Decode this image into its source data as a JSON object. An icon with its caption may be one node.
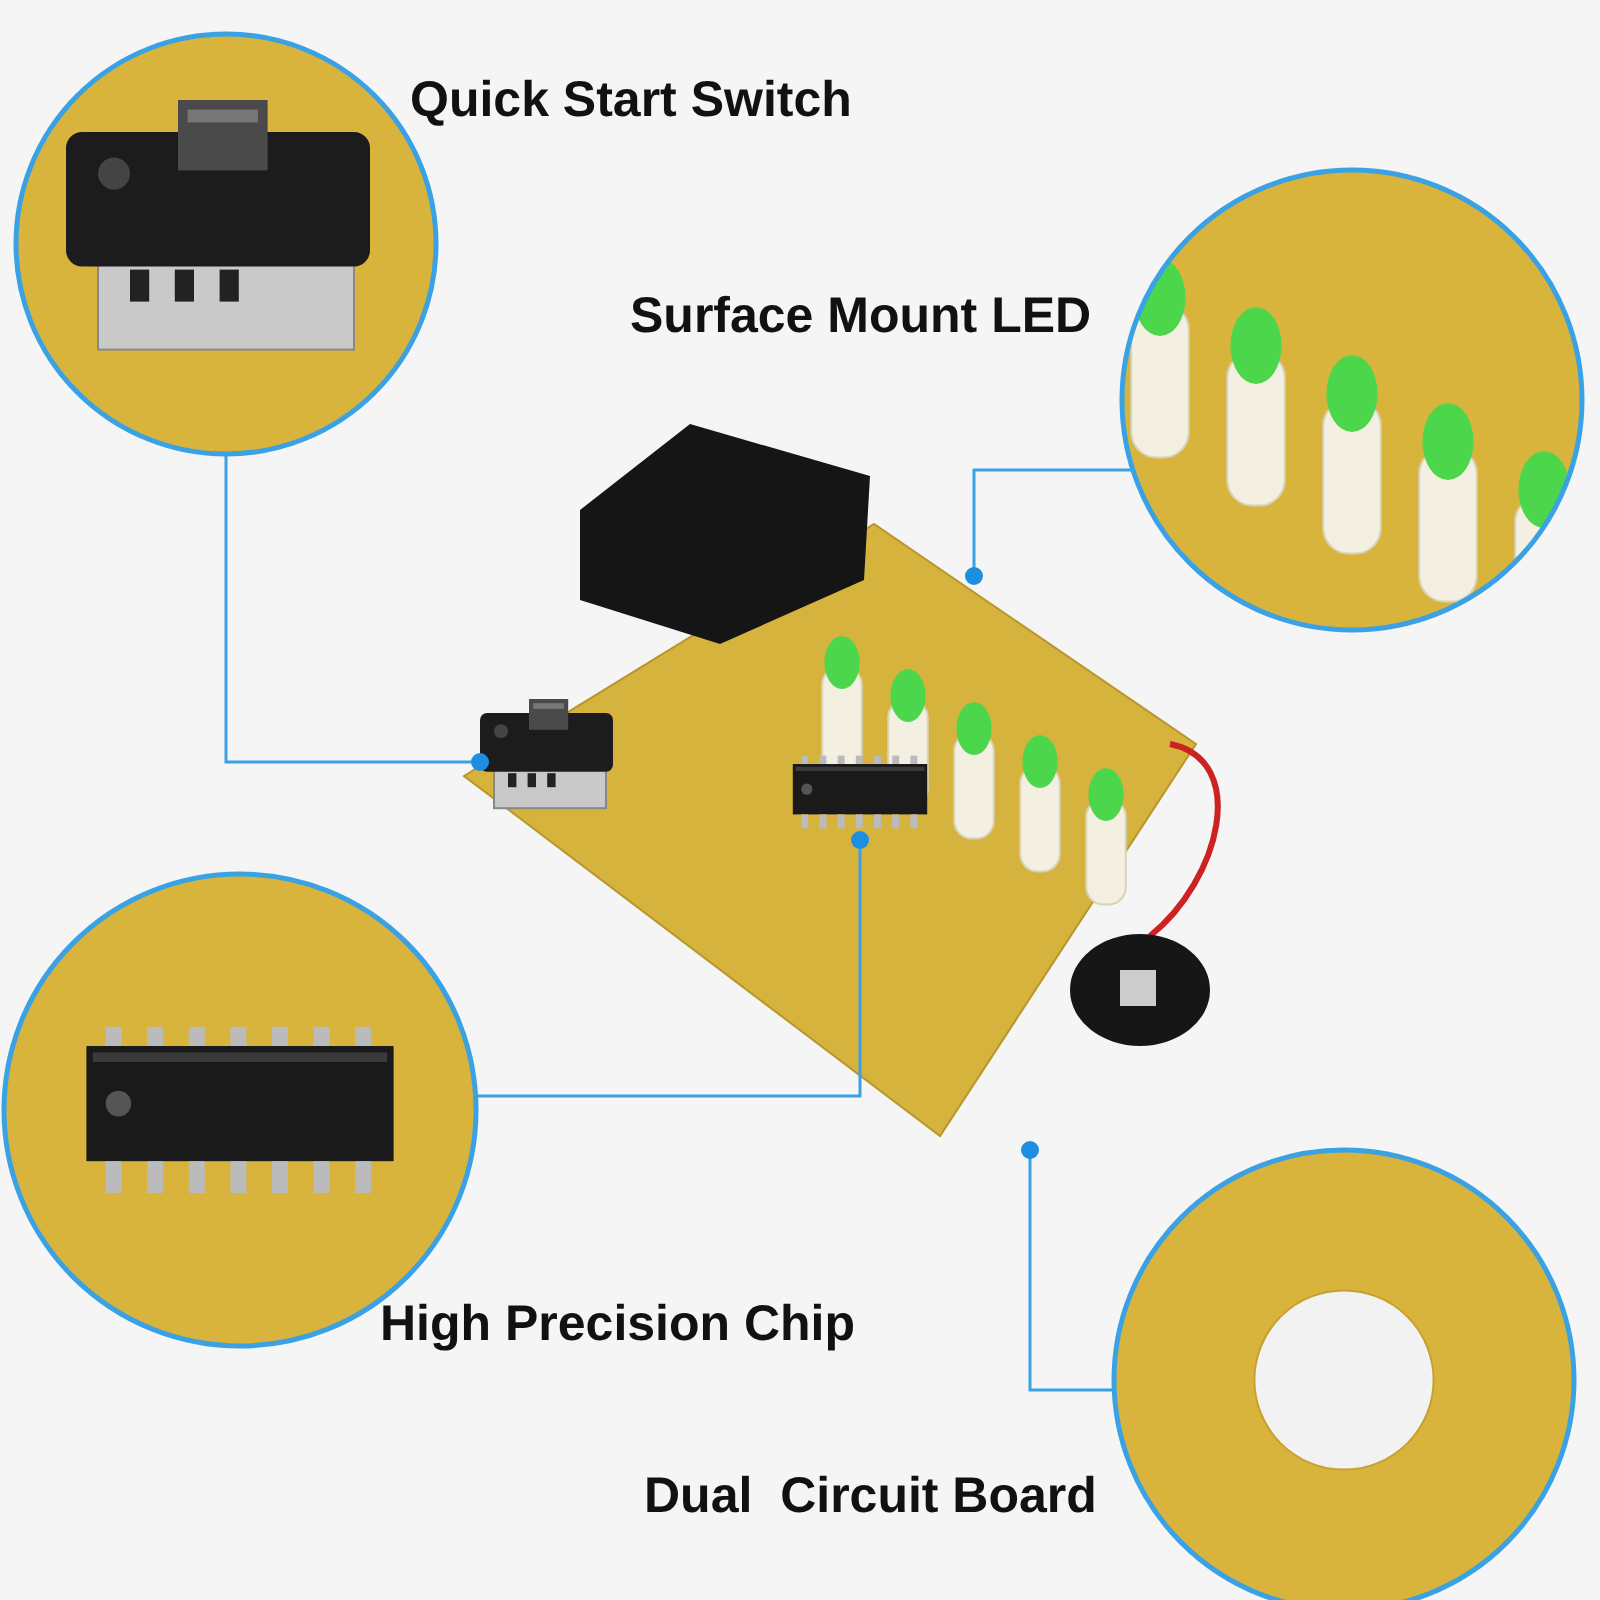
{
  "diagram": {
    "nodes": [
      {
        "text": [
          "Quick Start Switch"
        ]
      },
      {
        "text": [
          "Surface Mount LED"
        ]
      },
      {
        "text": [],
        "shape": "picture"
      },
      {
        "text": [],
        "shape": "picture",
        "in": 2
      },
      {
        "text": [],
        "shape": "picture",
        "in": 2
      },
      {
        "text": [],
        "shape": "picture",
        "in": 2
      },
      {
        "text": [
          "High Precision Chip"
        ]
      },
      {
        "text": [
          "Dual  Circuit Board"
        ]
      }
    ],
    "edges": [
      {
        "from": 0,
        "to": 3,
        "arrow": "other"
      },
      {
        "from": 1,
        "to": 4,
        "arrow": "other"
      },
      {
        "from": 6,
        "to": 5,
        "arrow": "other"
      },
      {
        "from": 7,
        "to": 2,
        "arrow": "other"
      }
    ]
  }
}
